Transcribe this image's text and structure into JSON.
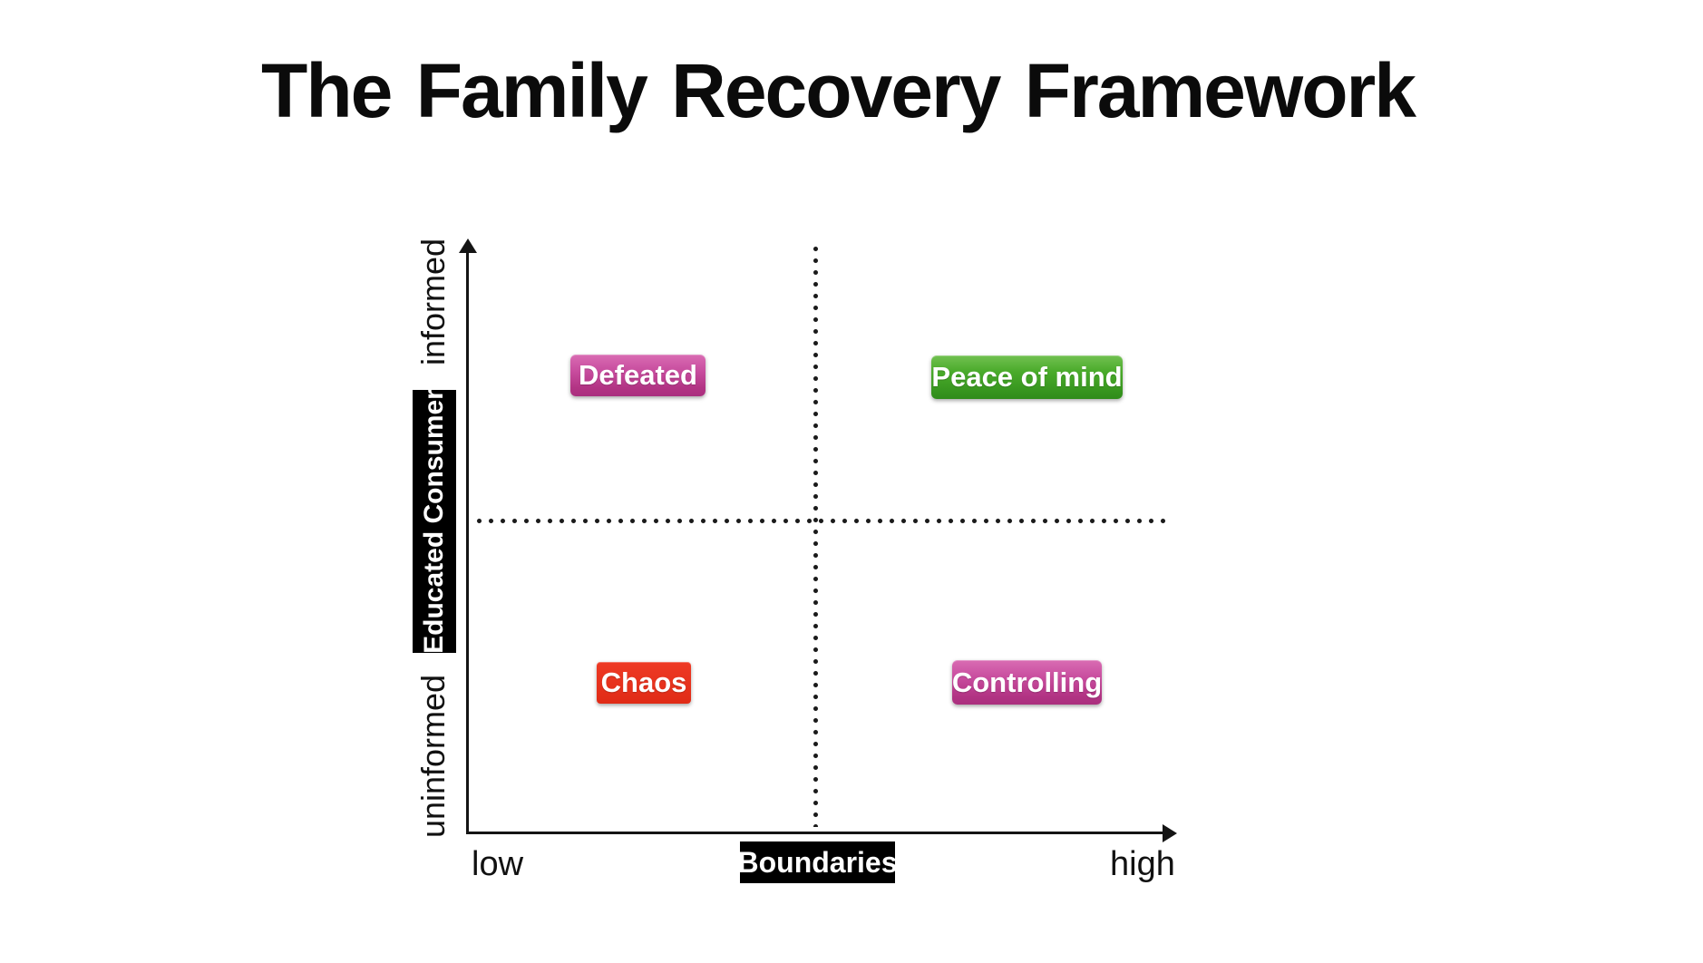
{
  "title": "The Family Recovery Framework",
  "y_axis": {
    "label": "Educated Consumer",
    "max_label": "informed",
    "min_label": "uninformed"
  },
  "x_axis": {
    "label": "Boundaries",
    "min_label": "low",
    "max_label": "high"
  },
  "quadrants": {
    "top_left": {
      "label": "Defeated",
      "color": "#c2408f"
    },
    "top_right": {
      "label": "Peace of mind",
      "color": "#3a9c20"
    },
    "bottom_left": {
      "label": "Chaos",
      "color": "#e23120"
    },
    "bottom_right": {
      "label": "Controlling",
      "color": "#c2408f"
    }
  },
  "colors": {
    "background": "#ffffff",
    "axis": "#141414",
    "axis_name_box_background": "#000000",
    "axis_name_box_text": "#ffffff",
    "chip_text": "#ffffff",
    "pink_chip": "#c2408f",
    "green_chip": "#3a9c20",
    "red_chip": "#e23120"
  },
  "chart_data": {
    "type": "quadrant-matrix",
    "title": "The Family Recovery Framework",
    "x_axis": {
      "label": "Boundaries",
      "range": [
        "low",
        "high"
      ],
      "style": "solid arrow right"
    },
    "y_axis": {
      "label": "Educated Consumer",
      "range": [
        "uninformed",
        "informed"
      ],
      "style": "solid arrow up"
    },
    "dividers": "dotted midlines crossing at center",
    "cells": [
      {
        "x": "low",
        "y": "informed",
        "label": "Defeated",
        "color": "#c2408f"
      },
      {
        "x": "high",
        "y": "informed",
        "label": "Peace of mind",
        "color": "#3a9c20"
      },
      {
        "x": "low",
        "y": "uninformed",
        "label": "Chaos",
        "color": "#e23120"
      },
      {
        "x": "high",
        "y": "uninformed",
        "label": "Controlling",
        "color": "#c2408f"
      }
    ]
  }
}
